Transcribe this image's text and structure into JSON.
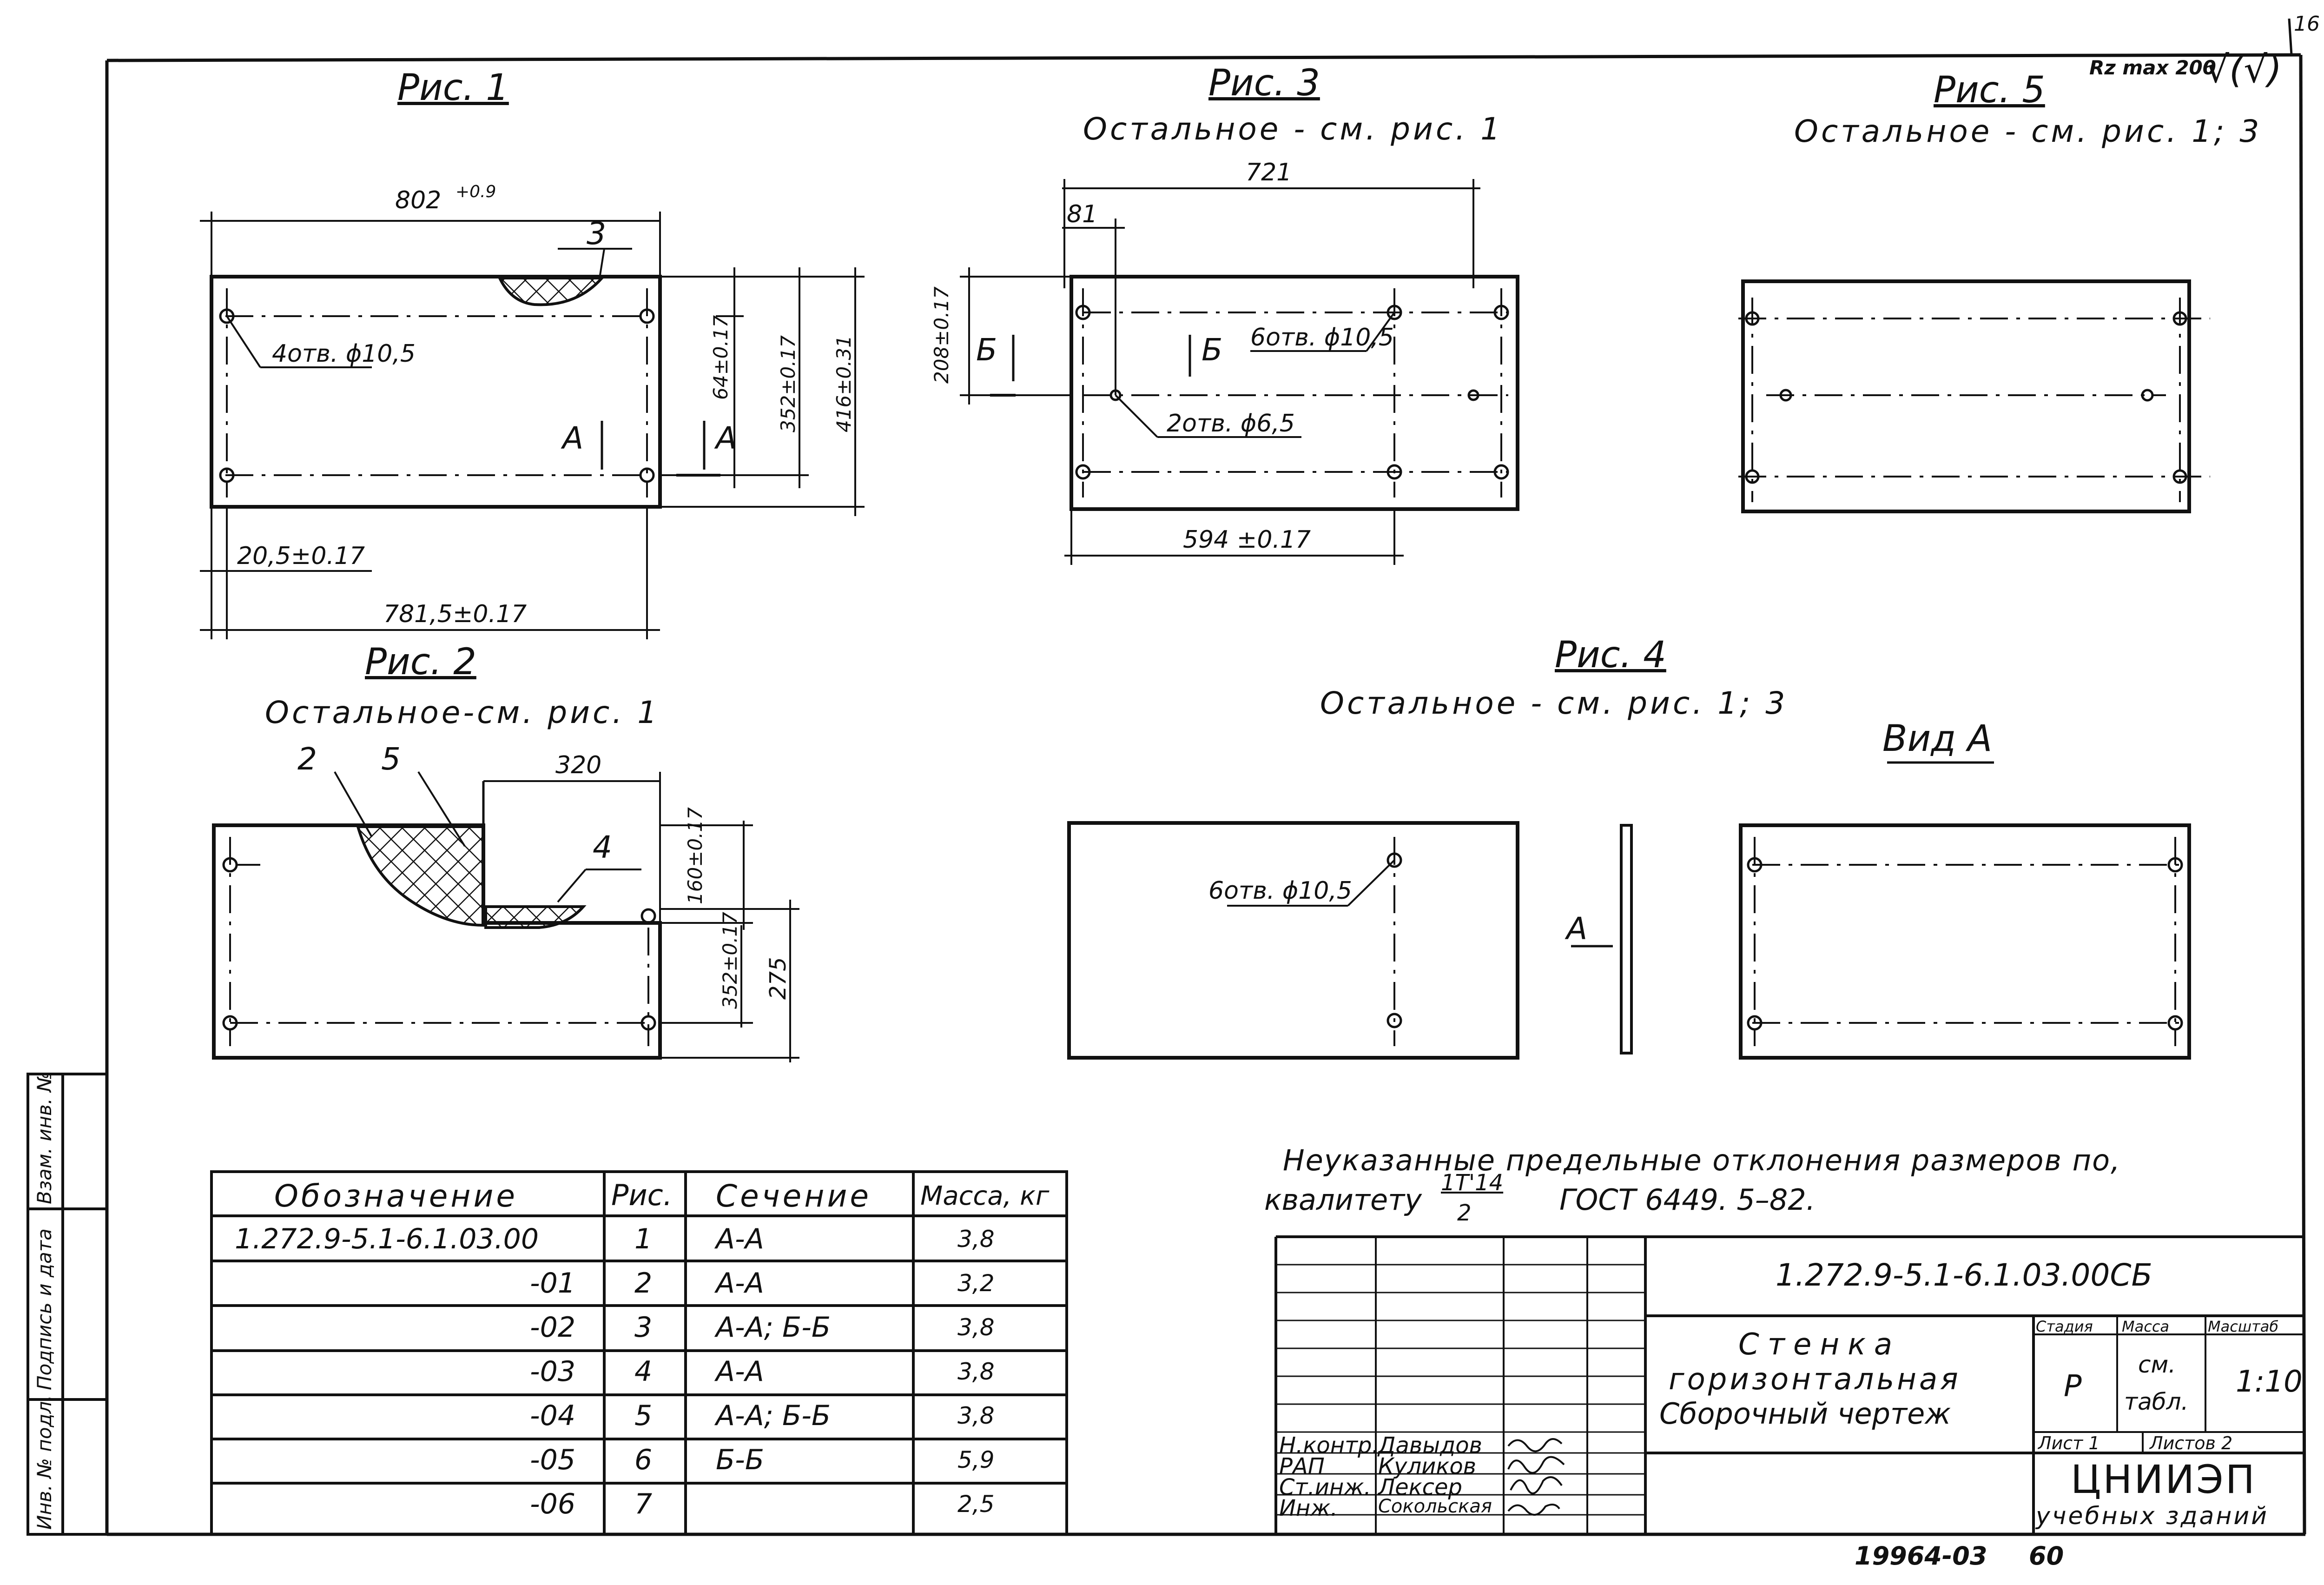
{
  "sheet": {
    "sheet_number_corner": "16",
    "roughness": "Rz max 200",
    "roughness_symbol": "√(√)"
  },
  "figures": {
    "fig1": {
      "title": "Рис. 1",
      "dim_width_top": "802",
      "dim_width_top_tol": "+0.9",
      "dim_holes_label": "4отв. ϕ10,5",
      "dim_left_offset": "20,5±0.17",
      "dim_hole_span": "781,5±0.17",
      "dim_edge_64": "64±0.17",
      "dim_352": "352±0.17",
      "dim_416": "416±0.31",
      "section_label": "А",
      "callout_3": "3"
    },
    "fig2": {
      "title": "Рис. 2",
      "subtitle": "Остальное-см. рис. 1",
      "callout_2": "2",
      "callout_5": "5",
      "callout_4": "4",
      "dim_320": "320",
      "dim_160": "160±0.17",
      "dim_352": "352±0.17",
      "dim_275": "275"
    },
    "fig3": {
      "title": "Рис. 3",
      "subtitle": "Остальное - см. рис. 1",
      "dim_721": "721",
      "dim_81": "81",
      "dim_208": "208±0.17",
      "dim_594": "594 ±0.17",
      "holes_6": "6отв. ϕ10,5",
      "holes_2": "2отв. ϕ6,5",
      "section_label": "Б"
    },
    "fig4": {
      "title": "Рис. 4",
      "subtitle": "Остальное - см. рис. 1; 3",
      "holes_6": "6отв. ϕ10,5",
      "view_arrow": "А"
    },
    "fig5": {
      "title": "Рис. 5",
      "subtitle": "Остальное - см. рис. 1; 3"
    },
    "view_a": {
      "title": "Вид А"
    }
  },
  "note": {
    "line1": "Неуказанные предельные отклонения размеров по,",
    "line2_prefix": "квалитету",
    "fraction_num": "1T'14",
    "fraction_den": "2",
    "line2_suffix": "ГОСТ 6449. 5–82."
  },
  "table": {
    "headers": [
      "Обозначение",
      "Рис.",
      "Сечение",
      "Масса, кг"
    ],
    "rows": [
      [
        "1.272.9-5.1-6.1.03.00",
        "1",
        "А-А",
        "3,8"
      ],
      [
        "-01",
        "2",
        "А-А",
        "3,2"
      ],
      [
        "-02",
        "3",
        "А-А; Б-Б",
        "3,8"
      ],
      [
        "-03",
        "4",
        "А-А",
        "3,8"
      ],
      [
        "-04",
        "5",
        "А-А; Б-Б",
        "3,8"
      ],
      [
        "-05",
        "6",
        "Б-Б",
        "5,9"
      ],
      [
        "-06",
        "7",
        "",
        "2,5"
      ]
    ]
  },
  "title_block": {
    "doc_code": "1.272.9-5.1-6.1.03.00СБ",
    "name_line1": "Стенка",
    "name_line2": "горизонтальная",
    "name_line3": "Сборочный чертеж",
    "stage_header": "Стадия",
    "mass_header": "Масса",
    "scale_header": "Масштаб",
    "stage_value": "Р",
    "mass_value_1": "см.",
    "mass_value_2": "табл.",
    "scale_value": "1:10",
    "sheet_label": "Лист 1",
    "sheets_label": "Листов 2",
    "org_line1": "ЦНИИЭП",
    "org_line2": "учебных зданий",
    "roles": [
      {
        "role": "Н.контр.",
        "name": "Давыдов"
      },
      {
        "role": "РАП",
        "name": "Куликов"
      },
      {
        "role": "Ст.инж.",
        "name": "Лексер"
      },
      {
        "role": "Инж.",
        "name": "Сокольская"
      }
    ]
  },
  "side_stamp": {
    "col1": "Инв. № подл.",
    "col2": "Подпись и дата",
    "col3": "Взам. инв. №"
  },
  "footer": {
    "archive": "19964-03",
    "page": "60"
  }
}
